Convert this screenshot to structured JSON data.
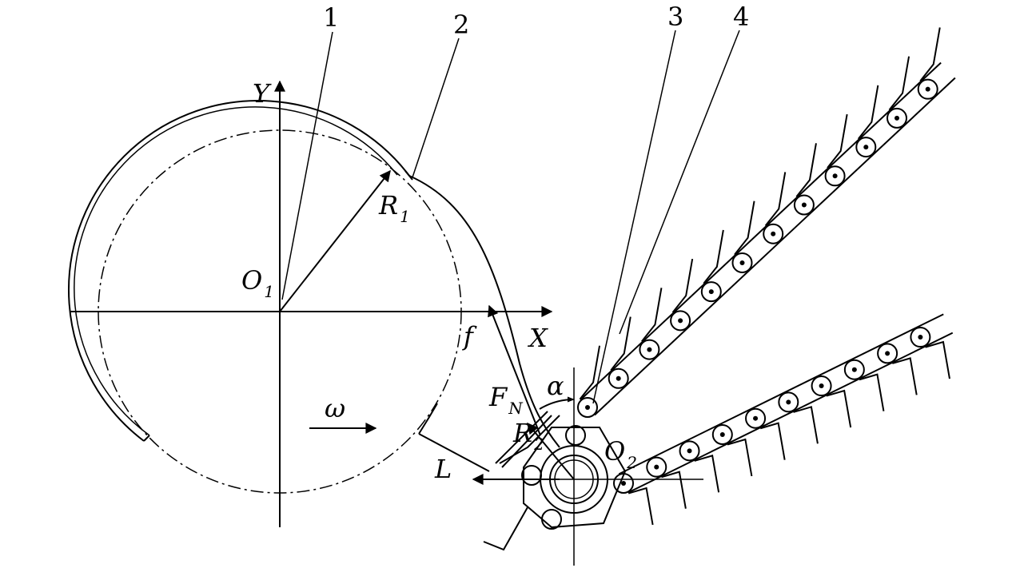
{
  "diagram": {
    "part_labels": [
      "1",
      "2",
      "3",
      "4"
    ],
    "axis_y": "Y",
    "axis_x": "X",
    "center_1": {
      "main": "O",
      "sub": "1"
    },
    "center_2": {
      "main": "O",
      "sub": "2"
    },
    "radius_1": {
      "main": "R",
      "sub": "1"
    },
    "radius_2": {
      "main": "R",
      "sub": "2"
    },
    "omega": "ω",
    "friction": "f",
    "normal_force": {
      "main": "F",
      "sub": "N"
    },
    "alpha": "α",
    "length": "L"
  }
}
